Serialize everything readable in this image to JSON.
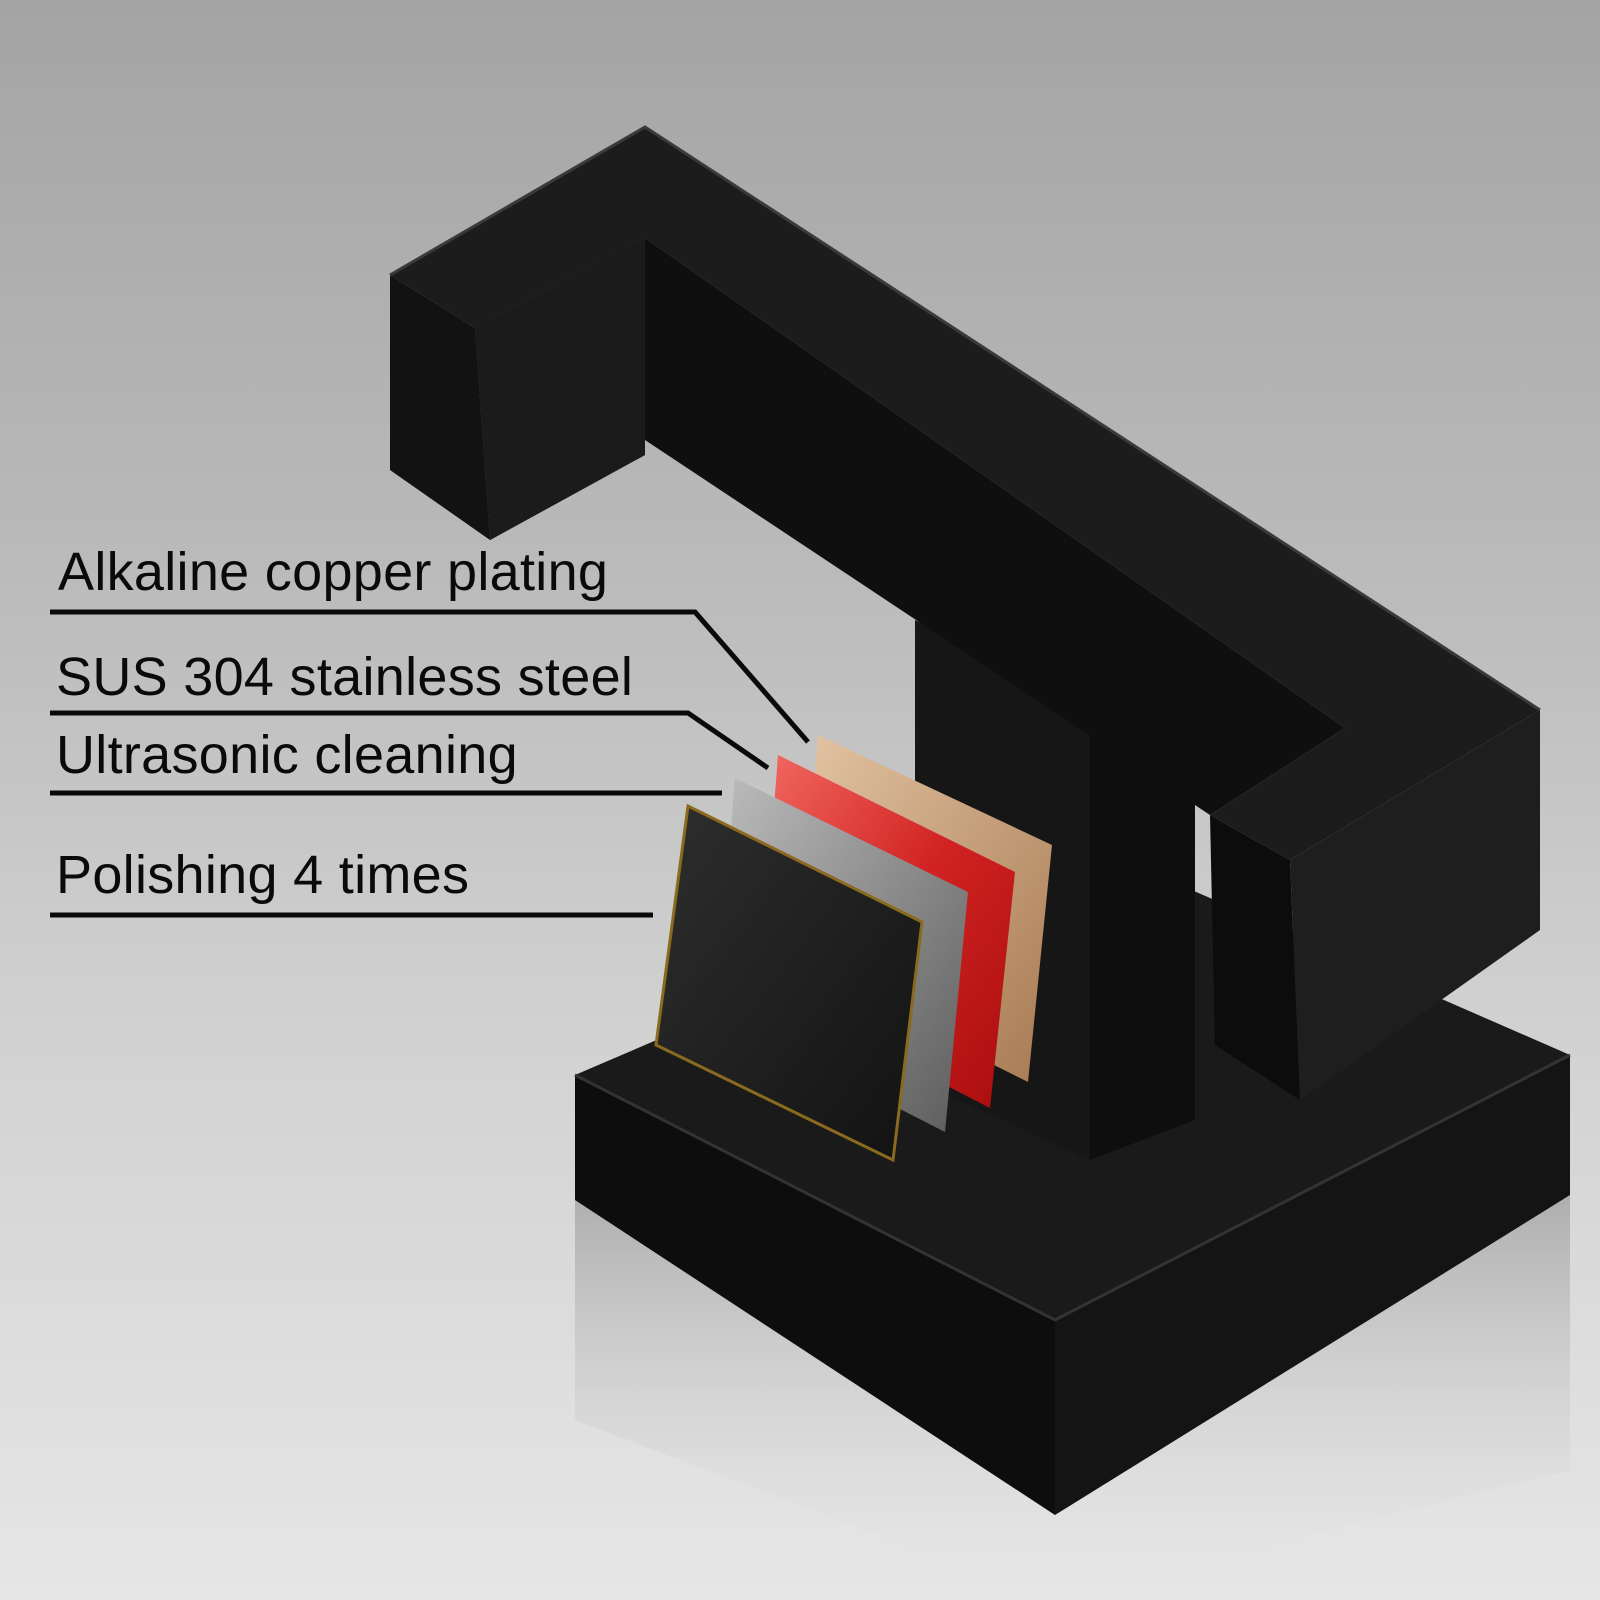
{
  "product": {
    "name": "matte black towel hook",
    "finish_color": "#141414"
  },
  "layers": [
    {
      "label": "Alkaline copper plating",
      "color": "#c9a07a"
    },
    {
      "label": "SUS 304 stainless steel",
      "color": "#d42a2a"
    },
    {
      "label": "Ultrasonic cleaning",
      "color": "#9a9a9a"
    },
    {
      "label": "Polishing 4 times",
      "color": "#1e1e1e"
    }
  ],
  "background": {
    "top": "#a4a4a4",
    "bottom": "#e6e6e6"
  }
}
